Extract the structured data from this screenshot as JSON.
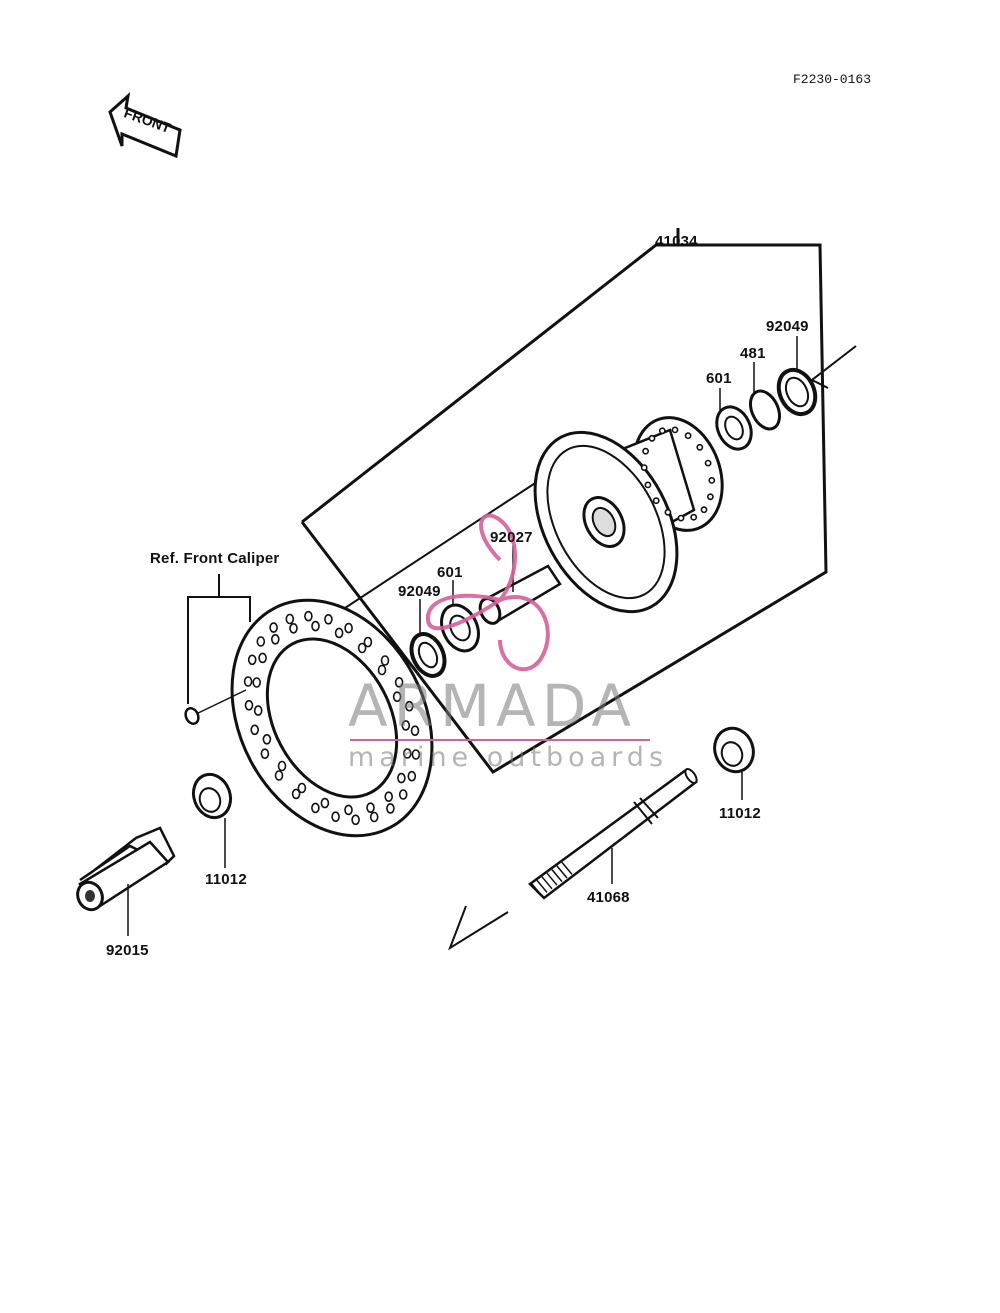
{
  "diagram": {
    "code": "F2230-0163",
    "front_label": "FRONT",
    "ref_label": "Ref. Front Caliper",
    "parts": {
      "p41034": "41034",
      "p92049_top": "92049",
      "p481": "481",
      "p601_right": "601",
      "p92027": "92027",
      "p601_left": "601",
      "p92049_left": "92049",
      "p11012_right": "11012",
      "p11012_left": "11012",
      "p41068": "41068",
      "p92015": "92015"
    }
  },
  "watermark": {
    "brand": "ARMADA",
    "tagline": "marine outboards",
    "accent_color": "#d7609a",
    "gray_color": "#7a7a7a"
  }
}
